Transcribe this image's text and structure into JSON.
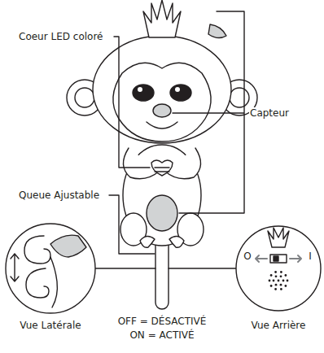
{
  "diagram": {
    "labels": [
      "Coeur LED coloré",
      "Capteur",
      "Queue Ajustable",
      "Vue Latérale",
      "OFF = DÉSACTIVÉ",
      "ON = ACTIVÉ",
      "Vue Arrière",
      "O",
      "I"
    ]
  }
}
